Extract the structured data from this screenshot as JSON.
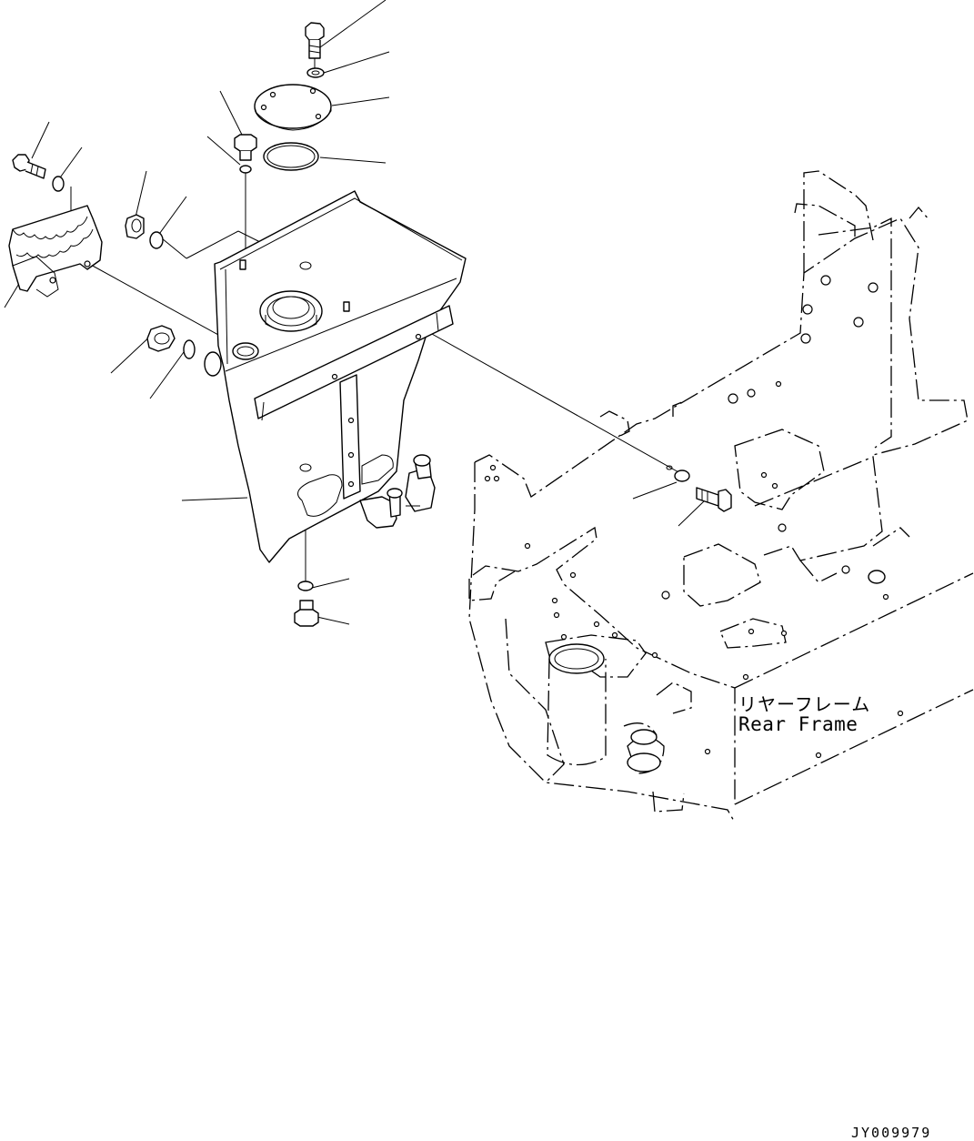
{
  "diagram": {
    "callout_jp": "リヤーフレーム",
    "callout_en": "Rear Frame",
    "drawing_number": "JY009979"
  }
}
